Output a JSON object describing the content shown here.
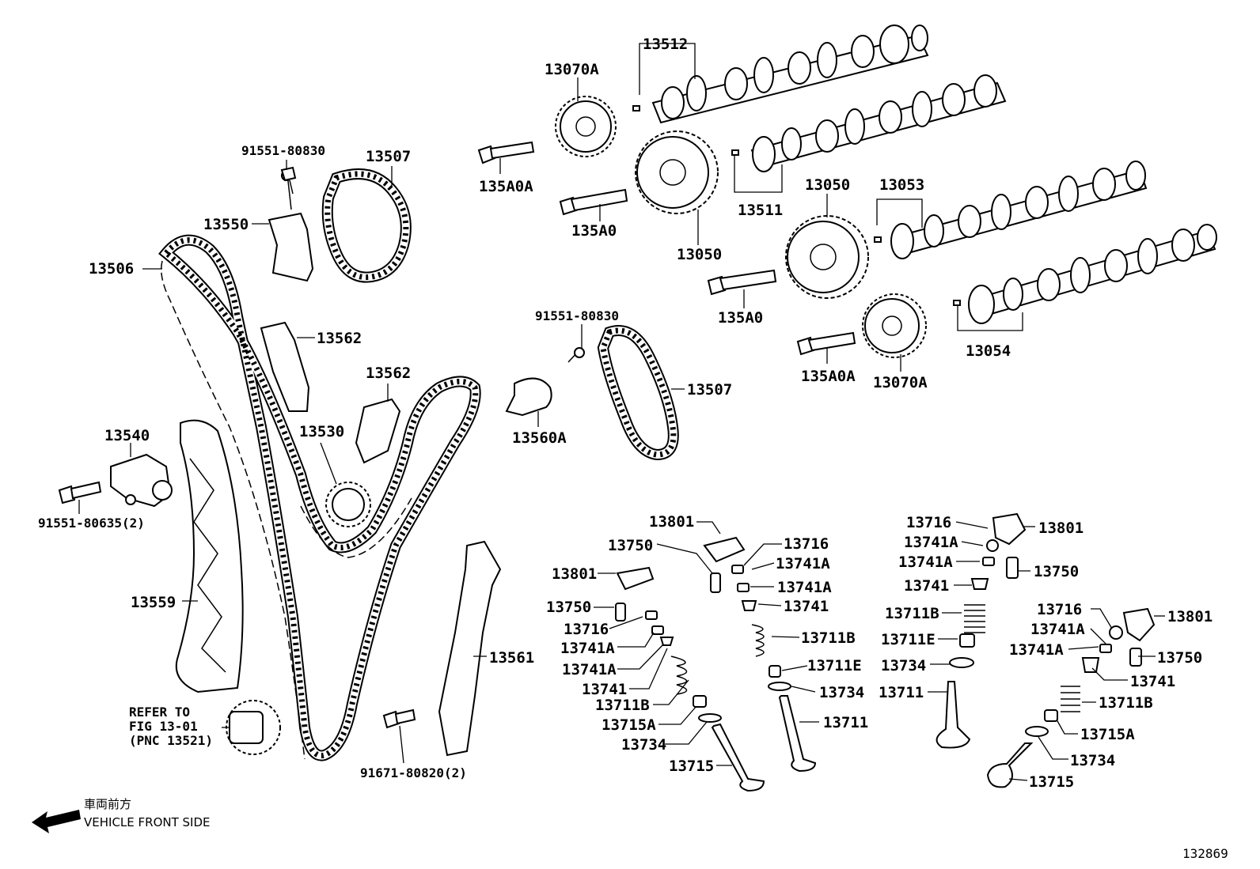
{
  "labels": {
    "l13512": "13512",
    "l13070A_top": "13070A",
    "l91551_80830_a": "91551-80830",
    "l13507_a": "13507",
    "l135A0A_a": "135A0A",
    "l135A0_a": "135A0",
    "l13050_a": "13050",
    "l13511": "13511",
    "l13050_b": "13050",
    "l13053": "13053",
    "l13550": "13550",
    "l13506": "13506",
    "l135A0_b": "135A0",
    "l13054": "13054",
    "l13562_a": "13562",
    "l91551_80830_b": "91551-80830",
    "l13562_b": "13562",
    "l135A0A_b": "135A0A",
    "l13070A_b": "13070A",
    "l13507_b": "13507",
    "l13560A": "13560A",
    "l13530": "13530",
    "l13540": "13540",
    "l91551_80635": "91551-80635(2)",
    "l13559": "13559",
    "l13561": "13561",
    "l13801_a": "13801",
    "l13750_a": "13750",
    "l13716_a": "13716",
    "l13741A_a": "13741A",
    "l13741A_b": "13741A",
    "l13801_b": "13801",
    "l13750_b": "13750",
    "l13716_b": "13716",
    "l13741A_c": "13741A",
    "l13741A_d": "13741A",
    "l13741_a": "13741",
    "l13741_b": "13741",
    "l13711B_a": "13711B",
    "l13711B_b": "13711B",
    "l13715A_a": "13715A",
    "l13711E_a": "13711E",
    "l13734_a": "13734",
    "l13734_b": "13734",
    "l13715_a": "13715",
    "l13711_a": "13711",
    "l13716_c": "13716",
    "l13801_c": "13801",
    "l13741A_e": "13741A",
    "l13741A_f": "13741A",
    "l13750_c": "13750",
    "l13741_c": "13741",
    "l13711B_c": "13711B",
    "l13711E_b": "13711E",
    "l13734_c": "13734",
    "l13711_b": "13711",
    "l13716_d": "13716",
    "l13801_d": "13801",
    "l13741A_g": "13741A",
    "l13741A_h": "13741A",
    "l13750_d": "13750",
    "l13741_d": "13741",
    "l13711B_d": "13711B",
    "l13715A_b": "13715A",
    "l13734_d": "13734",
    "l13715_b": "13715",
    "l91671_80820": "91671-80820(2)"
  },
  "refer_note": {
    "line1": "REFER TO",
    "line2": "FIG 13-01",
    "line3": "(PNC 13521)"
  },
  "direction": {
    "japanese": "車両前方",
    "english": "VEHICLE FRONT SIDE",
    "arrow_icon": "left-arrow-icon"
  },
  "figure_id": "132869"
}
